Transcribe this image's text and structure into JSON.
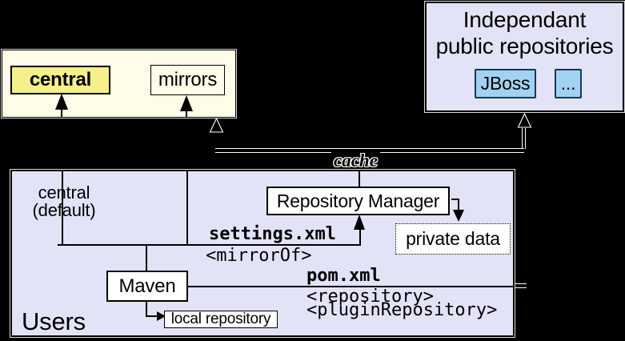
{
  "colors": {
    "background": "#000000",
    "panel_lavender": "#e3e3f7",
    "panel_cream": "#fffce8",
    "box_yellow": "#f6f08b",
    "box_blue": "#a2d2f2",
    "box_blue_border": "#123a57",
    "connector_white": "#ffffff",
    "connector_black": "#000000"
  },
  "upstream": {
    "central_label": "central",
    "mirrors_label": "mirrors"
  },
  "independent": {
    "title_line1": "Independant",
    "title_line2": "public repositories",
    "jboss_label": "JBoss",
    "ellipsis_label": "..."
  },
  "cache": {
    "label": "cache"
  },
  "users": {
    "panel_label": "Users",
    "central_default_line1": "central",
    "central_default_line2": "(default)",
    "repository_manager_label": "Repository Manager",
    "maven_label": "Maven",
    "local_repository_label": "local repository",
    "private_data_label": "private data",
    "settings_xml_label": "settings.xml",
    "mirror_of_tag": "<mirrorOf>",
    "pom_xml_label": "pom.xml",
    "repository_tag": "<repository>",
    "plugin_repository_tag": "<pluginRepository>"
  }
}
